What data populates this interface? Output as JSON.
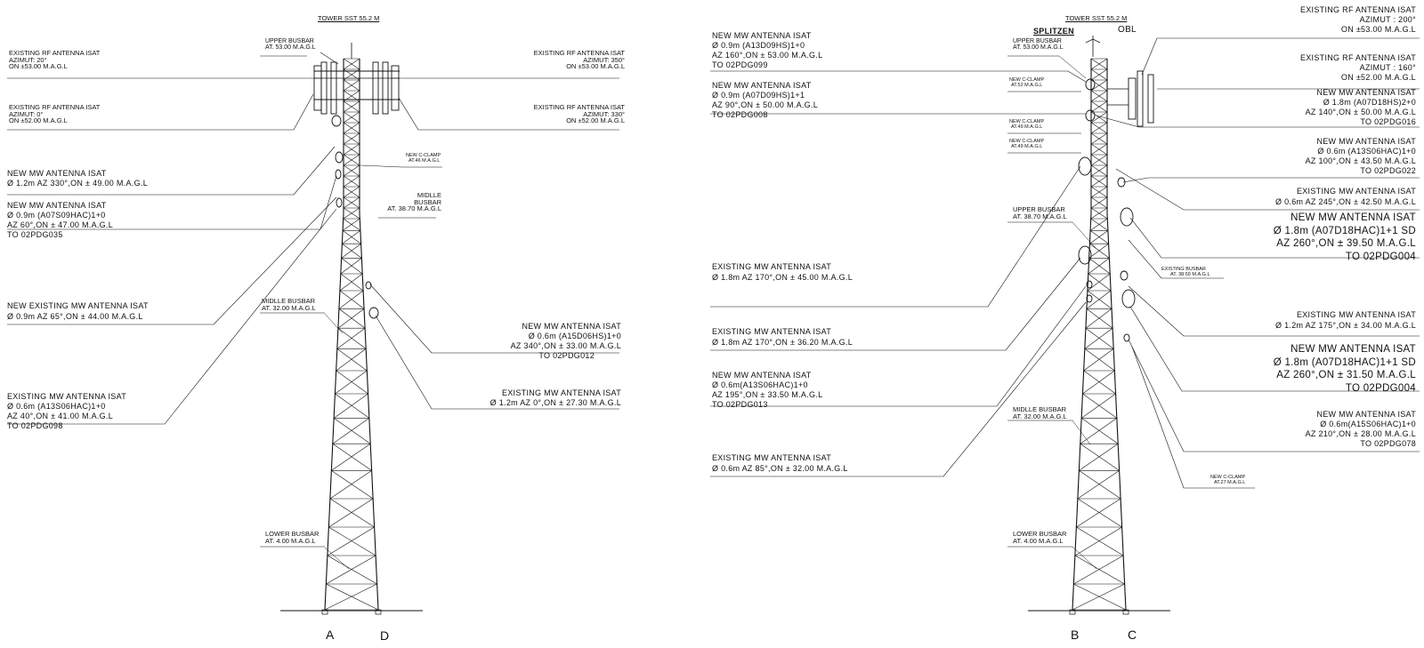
{
  "left": {
    "title": "TOWER SST 55.2 M",
    "upper_busbar": [
      "UPPER BUSBAR",
      "AT. 53.00 M.A.G.L"
    ],
    "middle_busbar_1": [
      "MIDLLE",
      "BUSBAR",
      "AT. 38.70 M.A.G.L"
    ],
    "middle_busbar_2": [
      "MIDLLE BUSBAR",
      "AT. 32.00 M.A.G.L"
    ],
    "lower_busbar": [
      "LOWER BUSBAR",
      "AT. 4.00 M.A.G.L"
    ],
    "c_clamp": [
      "NEW C-CLAMP",
      "AT.46 M.A.G.L"
    ],
    "rf_20": [
      "EXISTING RF ANTENNA ISAT",
      "AZIMUT: 20°",
      "ON ±53.00 M.A.G.L"
    ],
    "rf_0": [
      "EXISTING RF ANTENNA ISAT",
      "AZIMUT: 0°",
      "ON ±52.00 M.A.G.L"
    ],
    "rf_350": [
      "EXISTING RF ANTENNA ISAT",
      "AZIMUT: 350°",
      "ON ±53.00 M.A.G.L"
    ],
    "rf_330": [
      "EXISTING RF ANTENNA ISAT",
      "AZIMUT: 330°",
      "ON ±52.00 M.A.G.L"
    ],
    "mw_a": [
      "NEW MW ANTENNA ISAT",
      "Ø 1.2m AZ 330°,ON ± 49.00 M.A.G.L"
    ],
    "mw_b": [
      "NEW  MW ANTENNA ISAT",
      "Ø 0.9m  (A07S09HAC)1+0",
      "AZ 60°,ON ± 47.00 M.A.G.L",
      "TO 02PDG035"
    ],
    "mw_c": [
      "NEW EXISTING MW ANTENNA ISAT",
      "Ø 0.9m AZ 65°,ON ± 44.00 M.A.G.L"
    ],
    "mw_d": [
      "EXISTING MW ANTENNA ISAT",
      "Ø 0.6m  (A13S06HAC)1+0",
      "AZ 40°,ON ± 41.00 M.A.G.L",
      "TO 02PDG098"
    ],
    "mw_e": [
      "NEW MW ANTENNA ISAT",
      "Ø 0.6m  (A15D06HS)1+0",
      "AZ 340°,ON ± 33.00 M.A.G.L",
      "TO 02PDG012"
    ],
    "mw_f": [
      "EXISTING MW ANTENNA ISAT",
      "Ø 1.2m AZ 0°,ON ± 27.30 M.A.G.L"
    ],
    "leg_a": "A",
    "leg_d": "D"
  },
  "right": {
    "title": "TOWER SST 55.2 M",
    "splitzen": "SPLITZEN",
    "obl": "OBL",
    "upper_busbar": [
      "UPPER BUSBAR",
      "AT. 53.00 M.A.G.L"
    ],
    "upper_busbar_2": [
      "UPPER BUSBAR",
      "AT. 38.70 M.A.G.L"
    ],
    "middle_busbar": [
      "MIDLLE BUSBAR",
      "AT. 32.00 M.A.G.L"
    ],
    "lower_busbar": [
      "LOWER BUSBAR",
      "AT. 4.00 M.A.G.L"
    ],
    "clamp_52": [
      "NEW C-CLAMP",
      "AT.52 M.A.G.L"
    ],
    "clamp_49a": [
      "NEW C-CLAMP",
      "AT.49 M.A.G.L"
    ],
    "clamp_49b": [
      "NEW C-CLAMP",
      "AT.49 M.A.G.L"
    ],
    "clamp_27": [
      "NEW C-CLAMP",
      "AT.27 M.A.G.L"
    ],
    "busbar_3850": [
      "EXISTING BUSBAR",
      "AT. 38.50 M.A.G.L"
    ],
    "l1": [
      "NEW MW ANTENNA ISAT",
      "Ø 0.9m (A13D09HS)1+0",
      "AZ 160°,ON ± 53.00 M.A.G.L",
      "TO 02PDG099"
    ],
    "l2": [
      "NEW MW ANTENNA ISAT",
      "Ø 0.9m  (A07D09HS)1+1",
      "AZ 90°,ON ± 50.00 M.A.G.L",
      "TO 02PDG008"
    ],
    "l3": [
      "EXISTING MW ANTENNA ISAT",
      "Ø 1.8m AZ 170°,ON ± 45.00 M.A.G.L"
    ],
    "l4": [
      "EXISTING MW ANTENNA ISAT",
      "Ø 1.8m AZ 170°,ON ± 36.20 M.A.G.L"
    ],
    "l5": [
      "NEW MW ANTENNA ISAT",
      "Ø 0.6m(A13S06HAC)1+0",
      "AZ 195°,ON ± 33.50 M.A.G.L",
      "TO 02PDG013"
    ],
    "l6": [
      "EXISTING MW ANTENNA ISAT",
      "Ø 0.6m AZ 85°,ON ± 32.00 M.A.G.L"
    ],
    "r1": [
      "EXISTING RF ANTENNA ISAT",
      "AZIMUT : 200°",
      "ON ±53.00 M.A.G.L"
    ],
    "r2": [
      "EXISTING RF ANTENNA ISAT",
      "AZIMUT : 160°",
      "ON ±52.00 M.A.G.L"
    ],
    "r3": [
      "NEW MW ANTENNA ISAT",
      "Ø 1.8m (A07D18HS)2+0",
      "AZ 140°,ON ± 50.00 M.A.G.L",
      "TO 02PDG016"
    ],
    "r4": [
      "NEW MW ANTENNA ISAT",
      "Ø 0.6m  (A13S06HAC)1+0",
      "AZ 100°,ON ± 43.50 M.A.G.L",
      "TO 02PDG022"
    ],
    "r5": [
      "EXISTING MW ANTENNA ISAT",
      "Ø 0.6m AZ 245°,ON ± 42.50 M.A.G.L"
    ],
    "r6": [
      "NEW MW ANTENNA ISAT",
      "Ø 1.8m (A07D18HAC)1+1 SD",
      "AZ 260°,ON ± 39.50 M.A.G.L",
      "TO 02PDG004"
    ],
    "r7": [
      "EXISTING MW ANTENNA ISAT",
      "Ø 1.2m AZ 175°,ON ± 34.00 M.A.G.L"
    ],
    "r8": [
      "NEW MW ANTENNA ISAT",
      "Ø 1.8m (A07D18HAC)1+1 SD",
      "AZ 260°,ON ± 31.50 M.A.G.L",
      "TO 02PDG004"
    ],
    "r9": [
      "NEW MW ANTENNA ISAT",
      "Ø 0.6m(A15S06HAC)1+0",
      "AZ 210°,ON ± 28.00 M.A.G.L",
      "TO 02PDG078"
    ],
    "leg_b": "B",
    "leg_c": "C"
  }
}
